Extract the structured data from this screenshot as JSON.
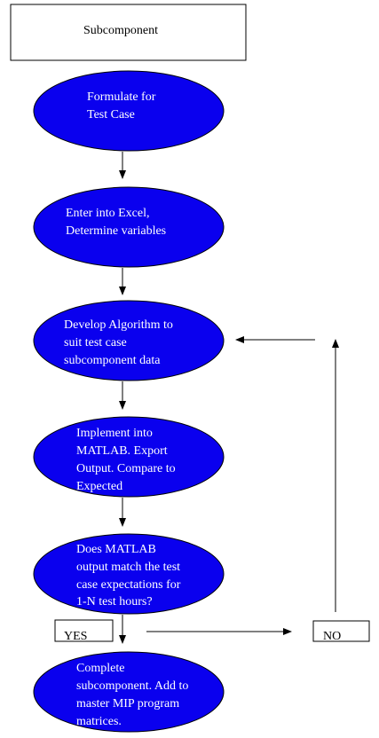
{
  "header_box": {
    "label": "Subcomponent"
  },
  "colors": {
    "node_fill": "#0a00ee",
    "node_stroke": "#000000",
    "node_text": "#ffffff",
    "line": "#000000"
  },
  "nodes": [
    {
      "lines": [
        "Formulate for",
        "Test Case"
      ]
    },
    {
      "lines": [
        "Enter into Excel,",
        "Determine variables"
      ]
    },
    {
      "lines": [
        "Develop Algorithm to",
        "suit test case",
        "subcomponent data"
      ]
    },
    {
      "lines": [
        "Implement into",
        "MATLAB. Export",
        "Output. Compare to",
        "Expected"
      ]
    },
    {
      "lines": [
        "Does MATLAB",
        "output match the test",
        "case expectations for",
        "1-N test hours?"
      ]
    },
    {
      "lines": [
        "Complete",
        "subcomponent. Add to",
        "master MIP program",
        "matrices."
      ]
    }
  ],
  "labels": {
    "yes": "YES",
    "no": "NO"
  }
}
